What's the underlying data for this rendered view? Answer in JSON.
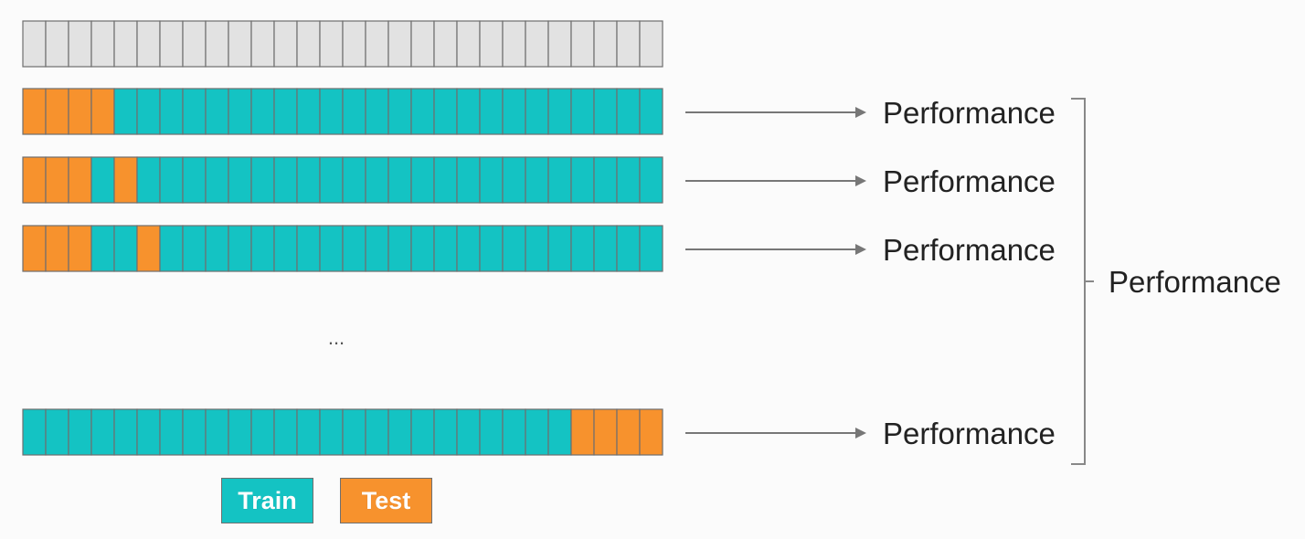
{
  "colors": {
    "train": "#14c3c3",
    "test": "#f7922d",
    "full": "#e2e2e2",
    "cell_border": "#6f6f6f",
    "arrow": "#777777",
    "bracket": "#888888",
    "background": "#fbfbfb"
  },
  "cells_per_row": 28,
  "rows": [
    {
      "kind": "full",
      "test_cells": []
    },
    {
      "kind": "fold",
      "test_cells": [
        0,
        1,
        2,
        3
      ],
      "label": "Performance"
    },
    {
      "kind": "fold",
      "test_cells": [
        0,
        1,
        2,
        4
      ],
      "label": "Performance"
    },
    {
      "kind": "fold",
      "test_cells": [
        0,
        1,
        2,
        5
      ],
      "label": "Performance"
    },
    {
      "kind": "fold",
      "test_cells": [
        24,
        25,
        26,
        27
      ],
      "label": "Performance"
    }
  ],
  "ellipsis": "...",
  "aggregate_label": "Performance",
  "legend": {
    "train": "Train",
    "test": "Test"
  }
}
